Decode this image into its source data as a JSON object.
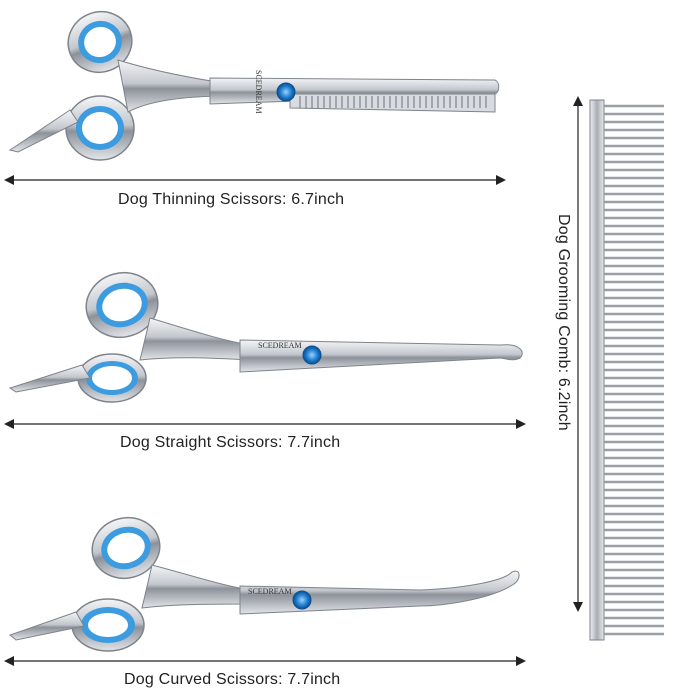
{
  "brand_engraving": "SCEDREAM",
  "items": {
    "thinning": {
      "label": "Dog Thinning Scissors: 6.7inch"
    },
    "straight": {
      "label": "Dog Straight Scissors: 7.7inch"
    },
    "curved": {
      "label": "Dog Curved Scissors: 7.7inch"
    },
    "comb": {
      "label": "Dog Grooming Comb: 6.2inch"
    }
  },
  "colors": {
    "ring_blue": "#3d9be0",
    "ring_blue_light": "#a9d6f5",
    "steel": "#c9ccd2",
    "steel_dark": "#7e838c",
    "pivot_blue": "#1f7fd3",
    "arrow": "#222222"
  }
}
